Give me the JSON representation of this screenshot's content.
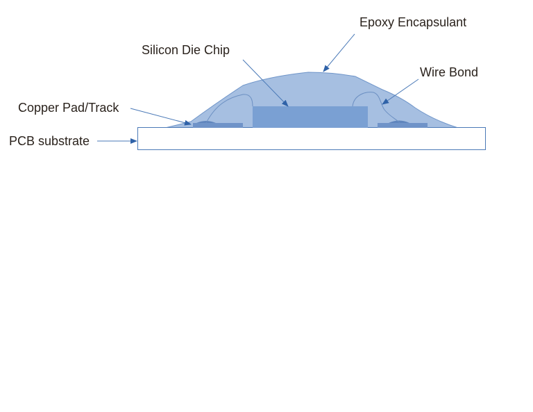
{
  "labels": {
    "epoxy": "Epoxy Encapsulant",
    "die": "Silicon Die Chip",
    "wire": "Wire Bond",
    "copper": "Copper Pad/Track",
    "pcb": "PCB substrate"
  },
  "colors": {
    "epoxy_fill": "#a6bfe1",
    "epoxy_stroke": "#6f95c9",
    "die_fill": "#7aa0d3",
    "pad_fill": "#6f93c8",
    "pcb_stroke": "#4a79b7",
    "leader": "#4a79b7",
    "text": "#2a221c"
  }
}
